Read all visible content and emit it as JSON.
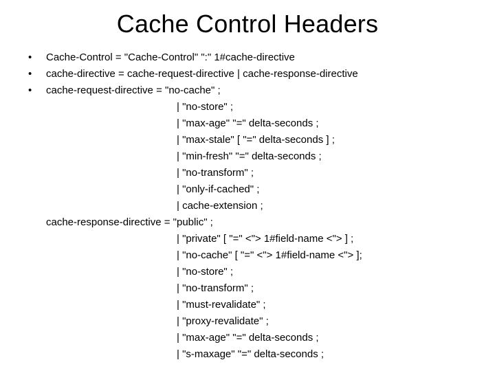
{
  "slide": {
    "title": "Cache Control Headers",
    "bullet_glyph": "•",
    "text_color": "#000000",
    "background_color": "#ffffff",
    "lines": [
      {
        "kind": "bullet",
        "text": "Cache-Control = \"Cache-Control\" \":\" 1#cache-directive"
      },
      {
        "kind": "bullet",
        "text": "cache-directive = cache-request-directive | cache-response-directive"
      },
      {
        "kind": "bullet",
        "text": "cache-request-directive = \"no-cache\" ;"
      },
      {
        "kind": "alt",
        "text": "| \"no-store\" ;"
      },
      {
        "kind": "alt",
        "text": "| \"max-age\" \"=\" delta-seconds ;"
      },
      {
        "kind": "alt",
        "text": "| \"max-stale\" [ \"=\" delta-seconds ] ;"
      },
      {
        "kind": "alt",
        "text": "| \"min-fresh\" \"=\" delta-seconds ;"
      },
      {
        "kind": "alt",
        "text": "| \"no-transform\" ;"
      },
      {
        "kind": "alt",
        "text": "| \"only-if-cached\" ;"
      },
      {
        "kind": "alt",
        "text": "| cache-extension ;"
      },
      {
        "kind": "head",
        "text": "cache-response-directive = \"public\" ;"
      },
      {
        "kind": "alt",
        "text": "| \"private\" [ \"=\" <\"> 1#field-name <\"> ] ;"
      },
      {
        "kind": "alt",
        "text": "| \"no-cache\" [ \"=\" <\"> 1#field-name <\"> ];"
      },
      {
        "kind": "alt",
        "text": "| \"no-store\" ;"
      },
      {
        "kind": "alt",
        "text": "| \"no-transform\" ;"
      },
      {
        "kind": "alt",
        "text": "| \"must-revalidate\" ;"
      },
      {
        "kind": "alt",
        "text": "| \"proxy-revalidate\" ;"
      },
      {
        "kind": "alt",
        "text": "| \"max-age\" \"=\" delta-seconds ;"
      },
      {
        "kind": "alt",
        "text": "| \"s-maxage\" \"=\" delta-seconds ;"
      }
    ]
  }
}
